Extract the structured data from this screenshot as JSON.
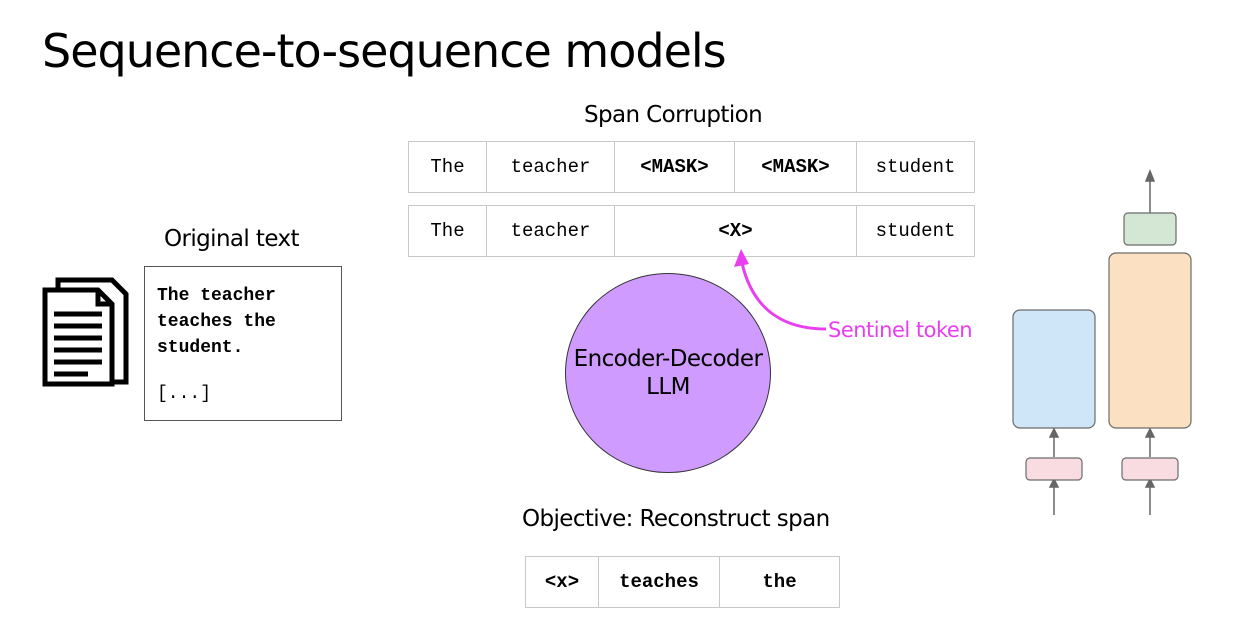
{
  "title": "Sequence-to-sequence models",
  "span_corruption": {
    "heading": "Span Corruption",
    "masked_row": [
      "The",
      "teacher",
      "<MASK>",
      "<MASK>",
      "student"
    ],
    "sentinel_row": [
      "The",
      "teacher",
      "<X>",
      "student"
    ]
  },
  "original": {
    "heading": "Original text",
    "line1": "The teacher",
    "line2": "teaches the",
    "line3": "student.",
    "ellipsis": "[...]"
  },
  "model": {
    "line1": "Encoder-Decoder",
    "line2": "LLM"
  },
  "sentinel_label": "Sentinel token",
  "objective": {
    "heading": "Objective: Reconstruct span",
    "tokens": [
      "<x>",
      "teaches",
      "the"
    ]
  },
  "icons": {
    "document": "document-stack-icon"
  },
  "colors": {
    "model_fill": "#d09bff",
    "sentinel": "#e83ef0",
    "encoder_block": "#cfe6f8",
    "decoder_block": "#fbe0c2",
    "output_block": "#d3e7d4",
    "embedding_block": "#f9dce1"
  }
}
